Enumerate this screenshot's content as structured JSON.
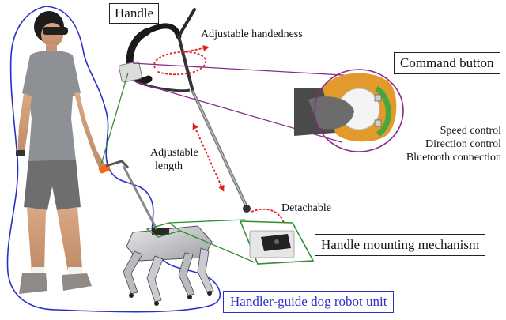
{
  "labels": {
    "handle": "Handle",
    "adjustable_handedness": "Adjustable handedness",
    "command_button": "Command button",
    "speed_control": "Speed control",
    "direction_control": "Direction control",
    "bluetooth_connection": "Bluetooth connection",
    "adjustable_length_1": "Adjustable",
    "adjustable_length_2": "length",
    "detachable": "Detachable",
    "handle_mounting_mechanism": "Handle mounting mechanism",
    "handler_guide_dog_robot_unit": "Handler-guide dog robot unit"
  },
  "colors": {
    "human_outline": "#2a2fc8",
    "green_callout": "#2f8f2f",
    "purple_callout": "#8a2a8a",
    "red_arrows": "#e02020",
    "unit_label_text": "#2a2fc8"
  },
  "icons": {
    "person": "person-with-headset",
    "robot": "quadruped-robot-dog",
    "handle": "guide-handle-pole",
    "button_closeup": "command-button-closeup",
    "mount_closeup": "mounting-plate-closeup"
  }
}
